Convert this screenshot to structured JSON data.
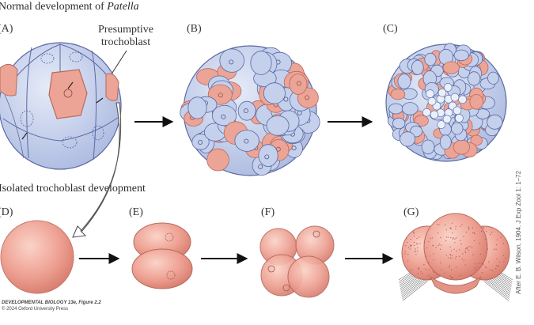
{
  "headings": {
    "normal_prefix": "Normal development of ",
    "normal_species": "Patella",
    "isolated": "Isolated trochoblast development"
  },
  "annotation": {
    "line1": "Presumptive",
    "line2": "trochoblast"
  },
  "panels": [
    "(A)",
    "(B)",
    "(C)",
    "(D)",
    "(E)",
    "(F)",
    "(G)"
  ],
  "credit": {
    "line1": "DEVELOPMENTAL BIOLOGY 13e, Figure 2.2",
    "line2": "© 2024 Oxford University Press"
  },
  "side_credit": "After E. B. Wilson, 1904. J Exp Zool 1: 1–72",
  "colors": {
    "blue_cell": "#c4d0ec",
    "blue_stroke": "#5a6aa3",
    "pink_cell": "#eca497",
    "pink_stroke": "#b76a5e",
    "arrow": "#111111"
  }
}
